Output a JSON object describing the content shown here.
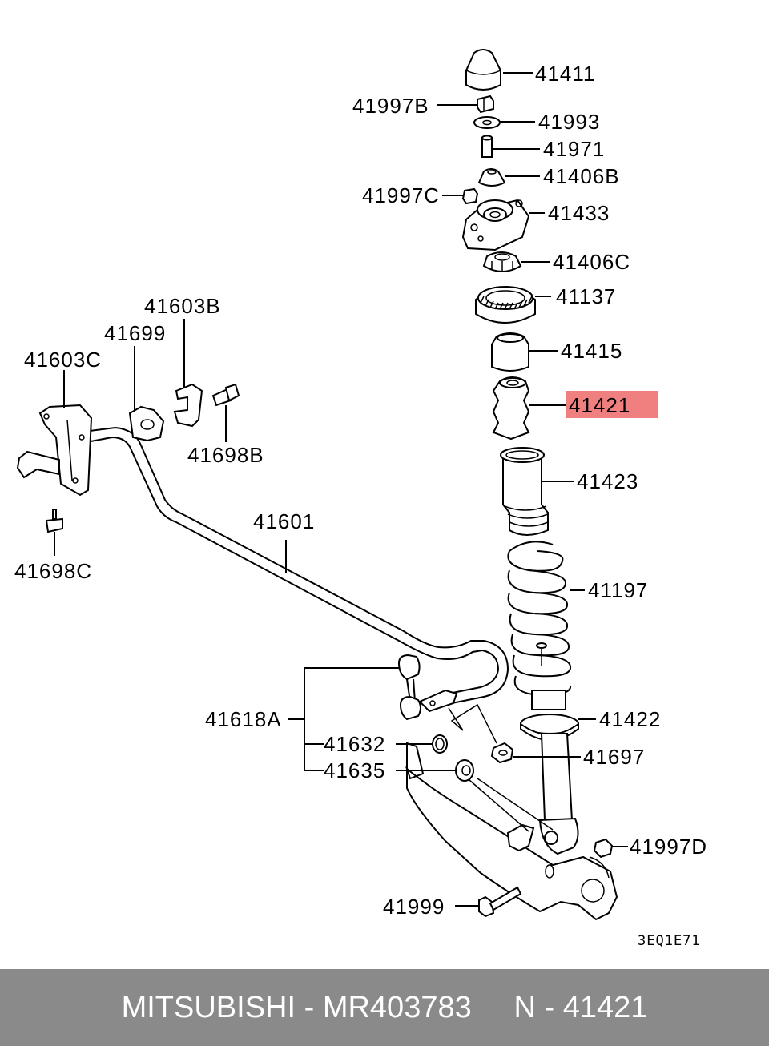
{
  "labels": {
    "p41411": "41411",
    "p41997B": "41997B",
    "p41993": "41993",
    "p41971": "41971",
    "p41406B": "41406B",
    "p41997C": "41997C",
    "p41433": "41433",
    "p41406C": "41406C",
    "p41137": "41137",
    "p41415": "41415",
    "p41421": "41421",
    "p41423": "41423",
    "p41197": "41197",
    "p41422": "41422",
    "p41697": "41697",
    "p41997D": "41997D",
    "p41999": "41999",
    "p41603B": "41603B",
    "p41699": "41699",
    "p41603C": "41603C",
    "p41698B": "41698B",
    "p41601": "41601",
    "p41698C": "41698C",
    "p41618A": "41618A",
    "p41632": "41632",
    "p41635": "41635"
  },
  "diagram_code": "3EQ1E71",
  "highlight_color": "#f08080",
  "footer": {
    "text": "MITSUBISHI - MR403783     N - 41421"
  }
}
